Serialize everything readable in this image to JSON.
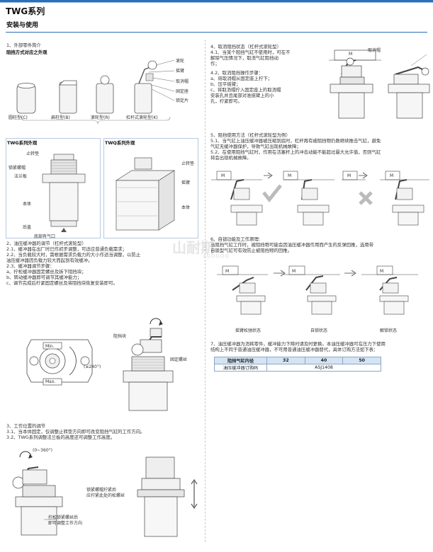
{
  "header": {
    "series_title": "TWG系列",
    "section_title": "安装与使用"
  },
  "left": {
    "s1": {
      "title": "1、外部零件简介",
      "subtitle": "阻挡方式对应之外观",
      "types": [
        "圆柱型(C)",
        "扁柱型(B)",
        "滚轮型(R)",
        "杠杆式滚轮型(K)"
      ],
      "callouts": [
        "滚轮",
        "摇臂",
        "取消帽",
        "固定座",
        "锁定片"
      ]
    },
    "twg": {
      "title": "TWG系列外观",
      "labels": [
        "止转垫",
        "锁紧螺帽",
        "法兰板",
        "本体",
        "后盖",
        "底部有气口"
      ]
    },
    "twq": {
      "title": "TWQ系列外观",
      "labels": [
        "止转垫",
        "摇臂",
        "本体"
      ]
    },
    "s2": {
      "lines": [
        "2、油压缓冲器的调节（杠杆式滚轮型）",
        "2.1、缓冲器在出厂时已作初步调整，可适应普通负载需求；",
        "2.2、当负载较大时，需根据需求负载力的大小作适当调整，以防止",
        "      油压缓冲器因负载力较大而起到有效缓冲。",
        "2.3、缓冲器调节步骤：",
        "      a、拧松缓冲器固定螺丝及拆下阻挡块；",
        "      b、转动缓冲器即可调节其缓冲能力；",
        "      c、调节完成后拧紧固定螺丝及将阻挡块恢复安装即可。"
      ],
      "dial": {
        "min": "Min.",
        "max": "Max.",
        "angle": "(≤240°)"
      },
      "labels": [
        "阻挡块",
        "固定螺丝"
      ]
    },
    "s3": {
      "lines": [
        "3、工作位置的调节",
        "3.1、当本体固定，仅调整止转垫方向即可改变阻挡气缸的工作方向。",
        "3.2、TWG系列调整法兰板的高度还可调整工作高度。"
      ],
      "rotate": "(0~360°)",
      "note1": [
        "拧松锁紧螺丝后",
        "即可调整工作方向"
      ],
      "note2": [
        "锁紧螺帽拧紧后",
        "应拧紧此处的松螺丝"
      ]
    }
  },
  "right": {
    "s4": {
      "lines": [
        "4、取消阻挡状态（杠杆式滚轮型）",
        "4.1、当某个阻挡气缸不使用时，可在不",
        "      解除气压情况下，取消气缸阻挡动",
        "      作；",
        "4.2、取消阻挡操作步骤：",
        "      a、将取消帽从固定座上拧下；",
        "      b、压平摇臂；",
        "      c、将取消帽拧入固定座上的取消帽",
        "         安装孔并且尾部对准摇臂上的小",
        "         孔，拧紧即可。"
      ],
      "cap_label": "取消帽",
      "block": "M"
    },
    "s5": {
      "lines": [
        "5、阻挡使用方法（杠杆式滚轮型为例）",
        "5.1、当气缸上油压缓冲器被压缩到底时，杠杆再有被阻挡物仍数继续推击气缸，避免",
        "      气缸无缓冲器保护，导致气缸出现机械故障；",
        "5.2、在使用阻挡气缸时，作用在活塞杆上的冲击动能不能超过最大允许值，否则气缸",
        "      将会出现机械故障。"
      ],
      "block": "M"
    },
    "s6": {
      "lines": [
        "6、自锁功能及工作原理:",
        "      当阻挡气缸工作时，被阻挡物可能会因油压缓冲器作用而产生的反弹回推，选用带",
        "      自锁型气缸可有效防止被阻挡物的回推。"
      ],
      "states": [
        "摇臂松驰状态",
        "自锁状态",
        "解锁状态"
      ],
      "block": "M"
    },
    "s7": {
      "lines": [
        "7、油压缓冲器为消耗零件，缓冲能力下降时请及时更换。本油压缓冲器可在压力下使用",
        "      结构上不同于普通油压缓冲器，不可用普通油压缓冲器替代，具体订购方法如下表："
      ],
      "table": {
        "headers": [
          "阻挡气缸内径",
          "32",
          "40",
          "50"
        ],
        "row_label": "油压缓冲器订购码",
        "row_value": "ASJ1408"
      }
    }
  },
  "watermark": {
    "text": "山耐斯",
    "sub": "3GOGOO"
  },
  "colors": {
    "accent": "#2a6fb8",
    "check": "#b9b9b9",
    "cross": "#b9b9b9"
  }
}
